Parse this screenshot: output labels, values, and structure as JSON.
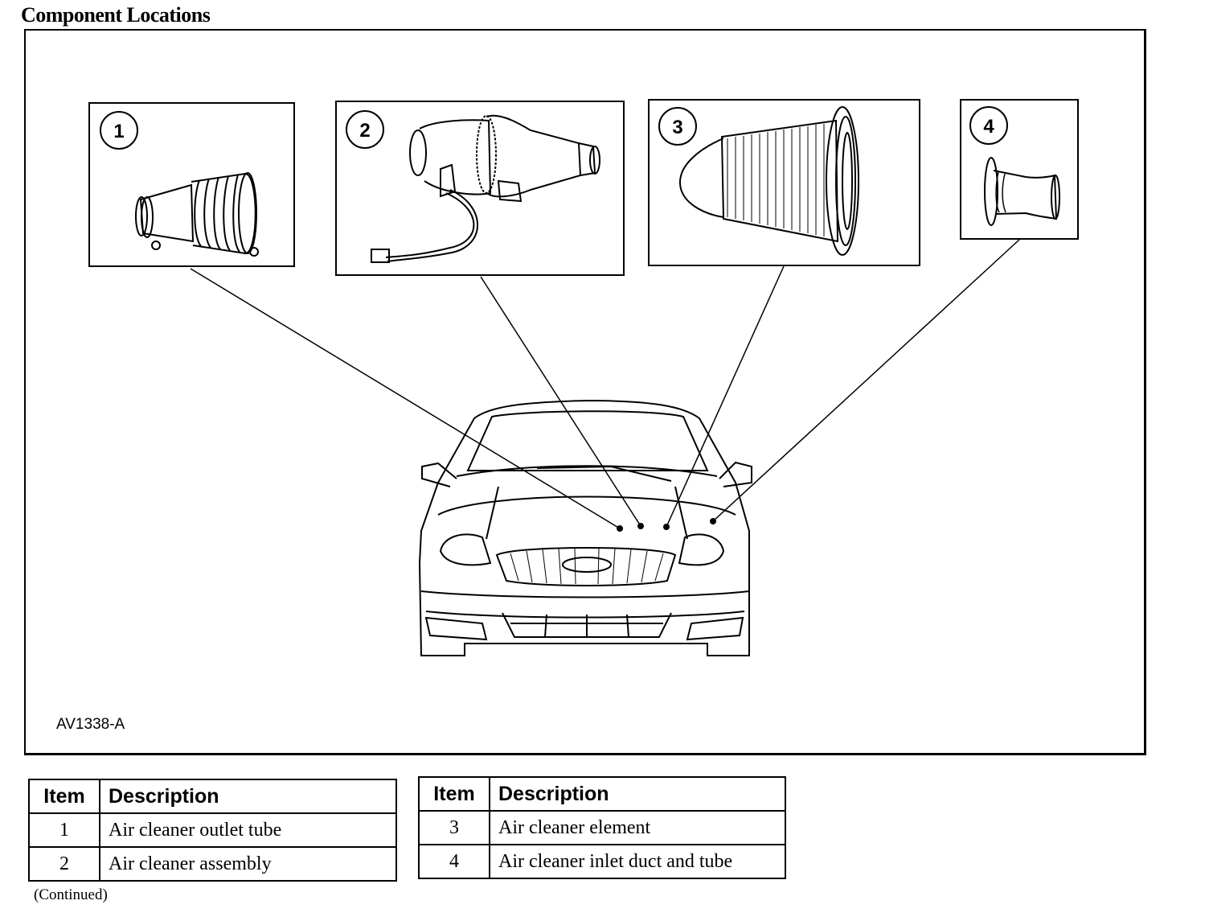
{
  "title": "Component Locations",
  "figure_id": "AV1338-A",
  "callouts": [
    {
      "number": "1",
      "part": "outlet-tube"
    },
    {
      "number": "2",
      "part": "air-cleaner-assembly"
    },
    {
      "number": "3",
      "part": "air-cleaner-element"
    },
    {
      "number": "4",
      "part": "inlet-duct"
    }
  ],
  "tables": [
    {
      "headers": {
        "item": "Item",
        "description": "Description"
      },
      "rows": [
        {
          "item": "1",
          "description": "Air cleaner outlet tube"
        },
        {
          "item": "2",
          "description": "Air cleaner assembly"
        }
      ]
    },
    {
      "headers": {
        "item": "Item",
        "description": "Description"
      },
      "rows": [
        {
          "item": "3",
          "description": "Air cleaner element"
        },
        {
          "item": "4",
          "description": "Air cleaner inlet duct and tube"
        }
      ]
    }
  ],
  "continued": "(Continued)"
}
